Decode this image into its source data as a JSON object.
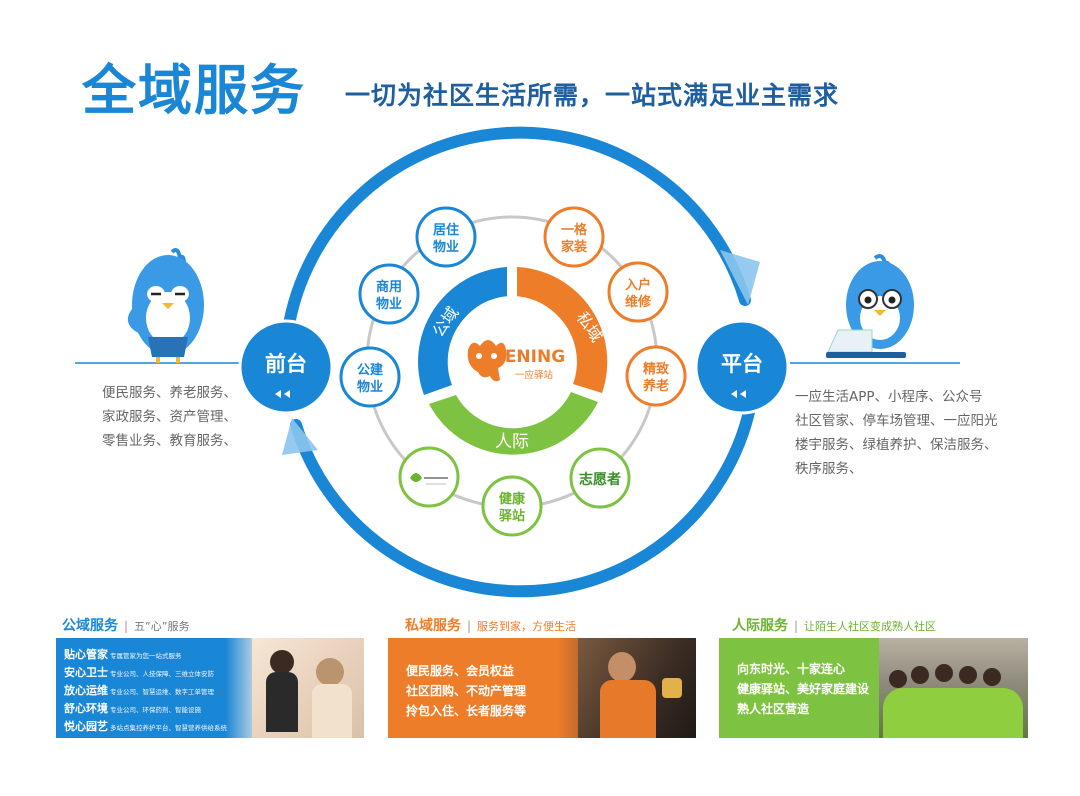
{
  "title": "全域服务",
  "subtitle": "一切为社区生活所需，一站式满足业主需求",
  "hubs": {
    "left": "前台",
    "right": "平台"
  },
  "center": {
    "logo_text": "ENING",
    "logo_sub": "一应驿站"
  },
  "segments": {
    "public": "公域",
    "private": "私域",
    "social": "人际"
  },
  "bubbles": {
    "juzhu": [
      "居住",
      "物业"
    ],
    "shangyong": [
      "商用",
      "物业"
    ],
    "gongjian": [
      "公建",
      "物业"
    ],
    "yige": [
      "一格",
      "家装"
    ],
    "ruhu": [
      "入户",
      "维修"
    ],
    "jingzhi": [
      "精致",
      "养老"
    ],
    "jiankang": [
      "健康",
      "驿站"
    ],
    "zhiyuanzhe": "志愿者"
  },
  "left_services": [
    "便民服务、养老服务、",
    "家政服务、资产管理、",
    "零售业务、教育服务、"
  ],
  "right_services": [
    "一应生活APP、小程序、公众号",
    "社区管家、停车场管理、一应阳光",
    "楼宇服务、绿植养护、保洁服务、",
    "秩序服务、"
  ],
  "panels": {
    "public": {
      "title": "公域服务",
      "sub": "五”心”服务",
      "items": [
        {
          "name": "贴心管家",
          "desc": "专属管家为您一站式服务"
        },
        {
          "name": "安心卫士",
          "desc": "专业公司、人技保障、三维立体安防"
        },
        {
          "name": "放心运维",
          "desc": "专业公司、智慧运维、数字工单管理"
        },
        {
          "name": "舒心环境",
          "desc": "专业公司、环保药剂、智能设施"
        },
        {
          "name": "悦心园艺",
          "desc": "多站点集控养护平台、智慧营养供给系统"
        }
      ]
    },
    "private": {
      "title": "私域服务",
      "sub": "服务到家，方便生活",
      "lines": [
        "便民服务、会员权益",
        "社区团购、不动产管理",
        "拎包入住、长者服务等"
      ]
    },
    "social": {
      "title": "人际服务",
      "sub": "让陌生人社区变成熟人社区",
      "lines": [
        "向东时光、十家连心",
        "健康驿站、美好家庭建设",
        "熟人社区营造"
      ]
    }
  },
  "colors": {
    "blue": "#1a86d6",
    "orange": "#ee7d2a",
    "green": "#7ec242"
  }
}
